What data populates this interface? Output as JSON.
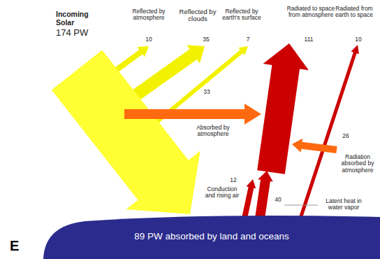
{
  "diagram": {
    "nodes": [
      {
        "text": [
          "89 PW absorbed by land and oceans"
        ]
      }
    ],
    "labels": [
      "Incoming Solar",
      "174 PW",
      "Reflected by atmosphere",
      "10",
      "Reflected by clouds",
      "35",
      "Reflected by earth's surface",
      "7",
      "Radiated to space from atmosphere",
      "111",
      "Radiated from earth to space",
      "10",
      "33",
      "Absorbed by atmosphere",
      "26",
      "Radiation absorbed by atmosphere",
      "12",
      "Conduction and rising air",
      "40",
      "Latent heat in water vapor",
      "E"
    ]
  }
}
